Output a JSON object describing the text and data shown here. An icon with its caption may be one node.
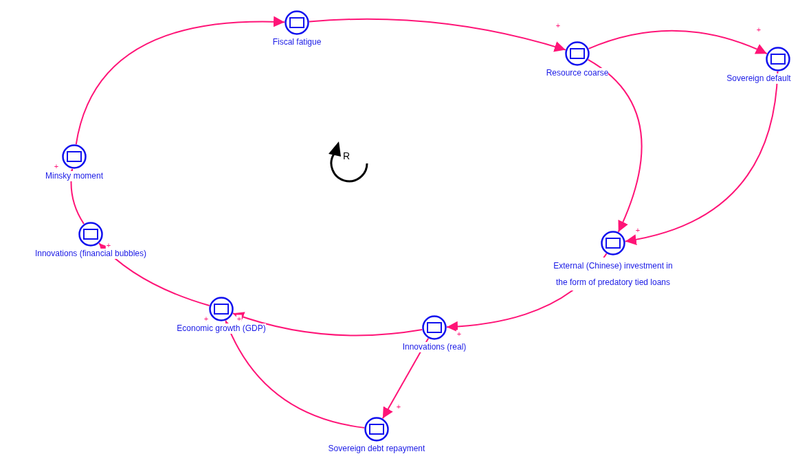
{
  "diagram": {
    "nodes": [
      {
        "text": [
          "Fiscal fatigue"
        ]
      },
      {
        "text": [
          "Resource coarse"
        ]
      },
      {
        "text": [
          "Sovereign default"
        ]
      },
      {
        "text": [
          "Minsky moment"
        ]
      },
      {
        "text": [
          "Innovations (financial bubbles)"
        ]
      },
      {
        "text": [
          "External (Chinese) investment in the form of predatory tied loans"
        ]
      },
      {
        "text": [
          "Economic growth (GDP)"
        ]
      },
      {
        "text": [
          "Innovations (real)"
        ]
      },
      {
        "text": [
          "Sovereign debt repayment"
        ]
      }
    ],
    "edges": [
      {
        "from": 3,
        "to": 0,
        "arrow": "to"
      },
      {
        "from": 0,
        "to": 1,
        "arrow": "to",
        "label": "+"
      },
      {
        "from": 1,
        "to": 2,
        "arrow": "to",
        "label": "+"
      },
      {
        "from": 1,
        "to": 5,
        "arrow": "to",
        "label": "+"
      },
      {
        "from": 2,
        "to": 5,
        "arrow": "to"
      },
      {
        "from": 5,
        "to": 7,
        "arrow": "to",
        "label": "+"
      },
      {
        "from": 7,
        "to": 6,
        "arrow": "to",
        "label": "+"
      },
      {
        "from": 7,
        "to": 8,
        "arrow": "to",
        "label": "+"
      },
      {
        "from": 8,
        "to": 6,
        "arrow": "to",
        "label": "+"
      },
      {
        "from": 6,
        "to": 4,
        "arrow": "to",
        "label": "+"
      },
      {
        "from": 4,
        "to": 3,
        "arrow": "to",
        "label": "+"
      }
    ],
    "labels": [
      "R"
    ]
  }
}
